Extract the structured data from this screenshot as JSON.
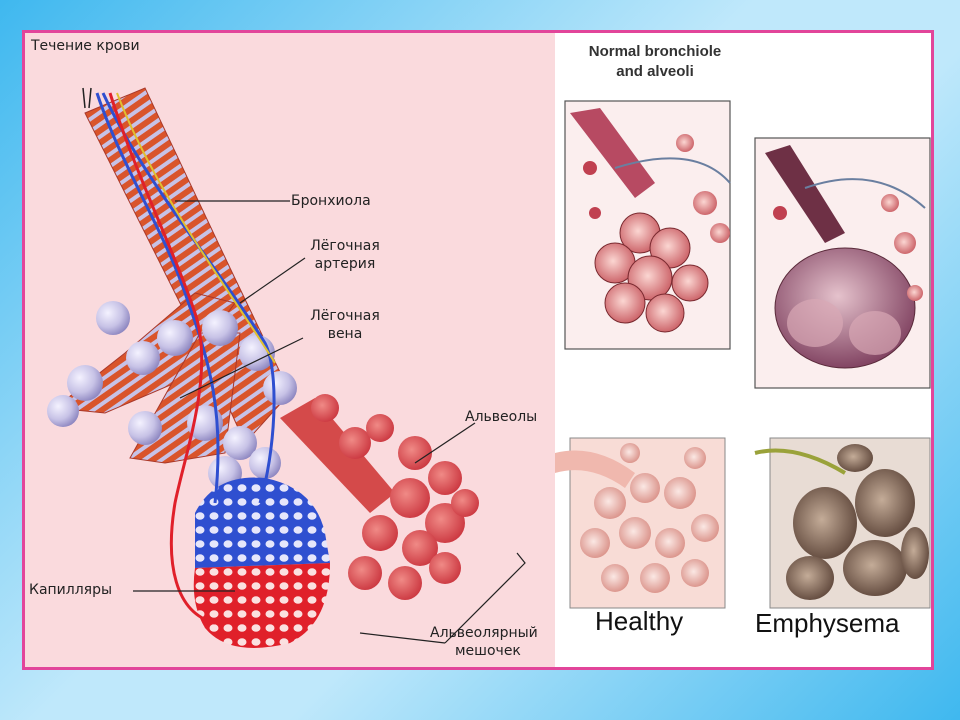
{
  "left_labels": {
    "blood_flow": "Течение крови",
    "bronchiole": "Бронхиола",
    "artery_1": "Лёгочная",
    "artery_2": "артерия",
    "vein_1": "Лёгочная",
    "vein_2": "вена",
    "alveoli": "Альвеолы",
    "capillaries": "Капилляры",
    "sac_1": "Альвеолярный",
    "sac_2": "мешочек"
  },
  "right_labels": {
    "title_1": "Normal bronchiole",
    "title_2": "and alveoli",
    "healthy": "Healthy",
    "emphysema": "Emphysema"
  },
  "colors": {
    "frame_border": "#e2459a",
    "left_bg": "#fadadd",
    "muscle": "#d9542b",
    "alveolus": "#c7c2e6",
    "artery": "#2f4fd0",
    "vein": "#e0202a",
    "healthy_tissue": "#f2c6bf",
    "emphysema_tissue": "#8a6a58"
  }
}
